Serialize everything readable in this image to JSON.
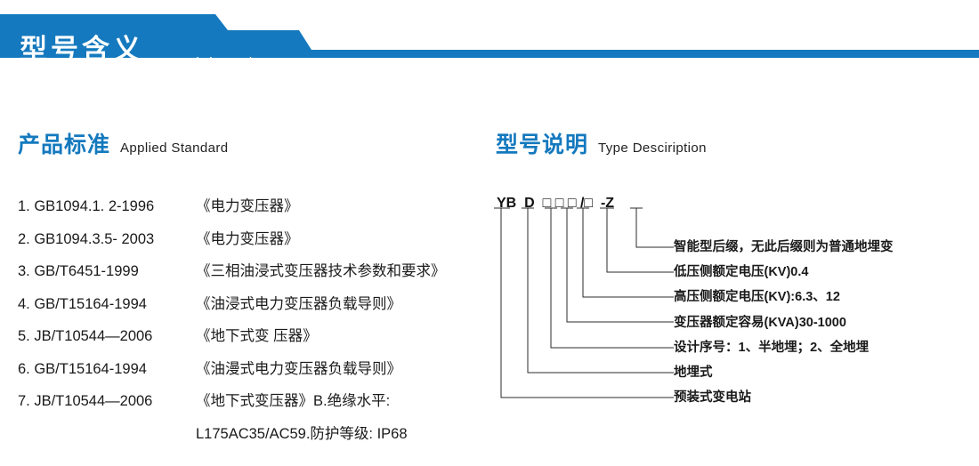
{
  "banner": {
    "title": "型号含义",
    "subtitle": "MOdel maning",
    "color": "#1479be"
  },
  "sections": {
    "left": {
      "cn": "产品标准",
      "en": "Applied Standard"
    },
    "right": {
      "cn": "型号说明",
      "en": "Type Desciription"
    }
  },
  "standards": {
    "items": [
      {
        "no": "1.",
        "code": "GB1094.1. 2-1996",
        "name": "《电力变压器》"
      },
      {
        "no": "2.",
        "code": "GB1094.3.5- 2003",
        "name": "《电力变压器》"
      },
      {
        "no": "3.",
        "code": "GB/T6451-1999",
        "name": "《三相油浸式变压器技术参数和要求》"
      },
      {
        "no": "4.",
        "code": "GB/T15164-1994",
        "name": "《油浸式电力变压器负载导则》"
      },
      {
        "no": "5.",
        "code": "JB/T10544—2006",
        "name": "《地下式变 压器》"
      },
      {
        "no": "6.",
        "code": "GB/T15164-1994",
        "name": "《油漫式电力变压器负载导则》"
      },
      {
        "no": "7.",
        "code": "JB/T10544—2006",
        "name": "《地下式变压器》B.绝缘水平:"
      }
    ],
    "continuation": "L175AC35/AC59.防护等级: IP68"
  },
  "type_diagram": {
    "code_segments": [
      "YB",
      "D",
      "□",
      "□",
      "□",
      "/□",
      "-Z"
    ],
    "code_text": "YB D □□□/□ - Z",
    "labels": [
      "智能型后缀，无此后缀则为普通地埋变",
      "低压侧额定电压(KV)0.4",
      "高压侧额定电压(KV):6.3、12",
      "变压器额定容易(KVA)30-1000",
      "设计序号：1、半地埋；2、全地埋",
      "地埋式",
      "预装式变电站"
    ]
  }
}
